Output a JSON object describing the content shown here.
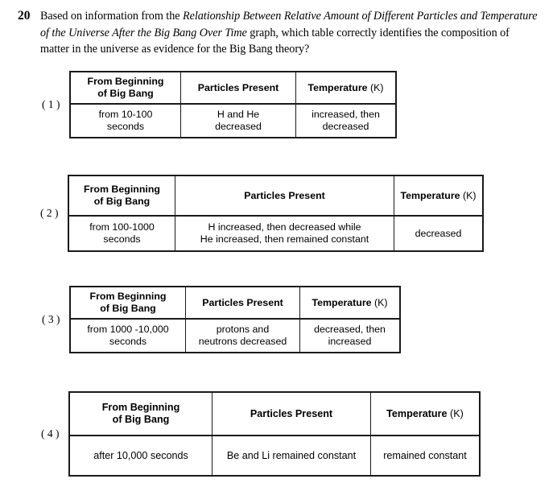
{
  "question": {
    "number": "20",
    "text_part1": "Based on information from the ",
    "graph_title": "Relationship Between Relative Amount of Different Particles and Temperature of the Universe After the Big Bang Over Time",
    "text_part2": " graph, which table correctly identifies the composition of matter in the universe as evidence for the Big Bang theory?"
  },
  "columns": {
    "time": "From Beginning",
    "time_line2": "of Big Bang",
    "particles": "Particles Present",
    "temperature": "Temperature",
    "temperature_unit": "(K)"
  },
  "options": [
    {
      "label": "( 1 )",
      "time_line1": "from 10-100",
      "time_line2": "seconds",
      "particles_line1": "H and He",
      "particles_line2": "decreased",
      "temperature_line1": "increased, then",
      "temperature_line2": "decreased"
    },
    {
      "label": "( 2 )",
      "time_line1": "from 100-1000",
      "time_line2": "seconds",
      "particles_line1": "H increased, then decreased while",
      "particles_line2": "He increased, then remained constant",
      "temperature_line1": "decreased",
      "temperature_line2": ""
    },
    {
      "label": "( 3 )",
      "time_line1": "from 1000 -10,000",
      "time_line2": "seconds",
      "particles_line1": "protons and",
      "particles_line2": "neutrons decreased",
      "temperature_line1": "decreased, then",
      "temperature_line2": "increased"
    },
    {
      "label": "( 4 )",
      "time_line1": "after 10,000 seconds",
      "time_line2": "",
      "particles_line1": "Be and Li remained constant",
      "particles_line2": "",
      "temperature_line1": "remained constant",
      "temperature_line2": ""
    }
  ],
  "colors": {
    "page_background": "#ffffff",
    "text": "#000000",
    "table_border": "#1a1a1a"
  }
}
